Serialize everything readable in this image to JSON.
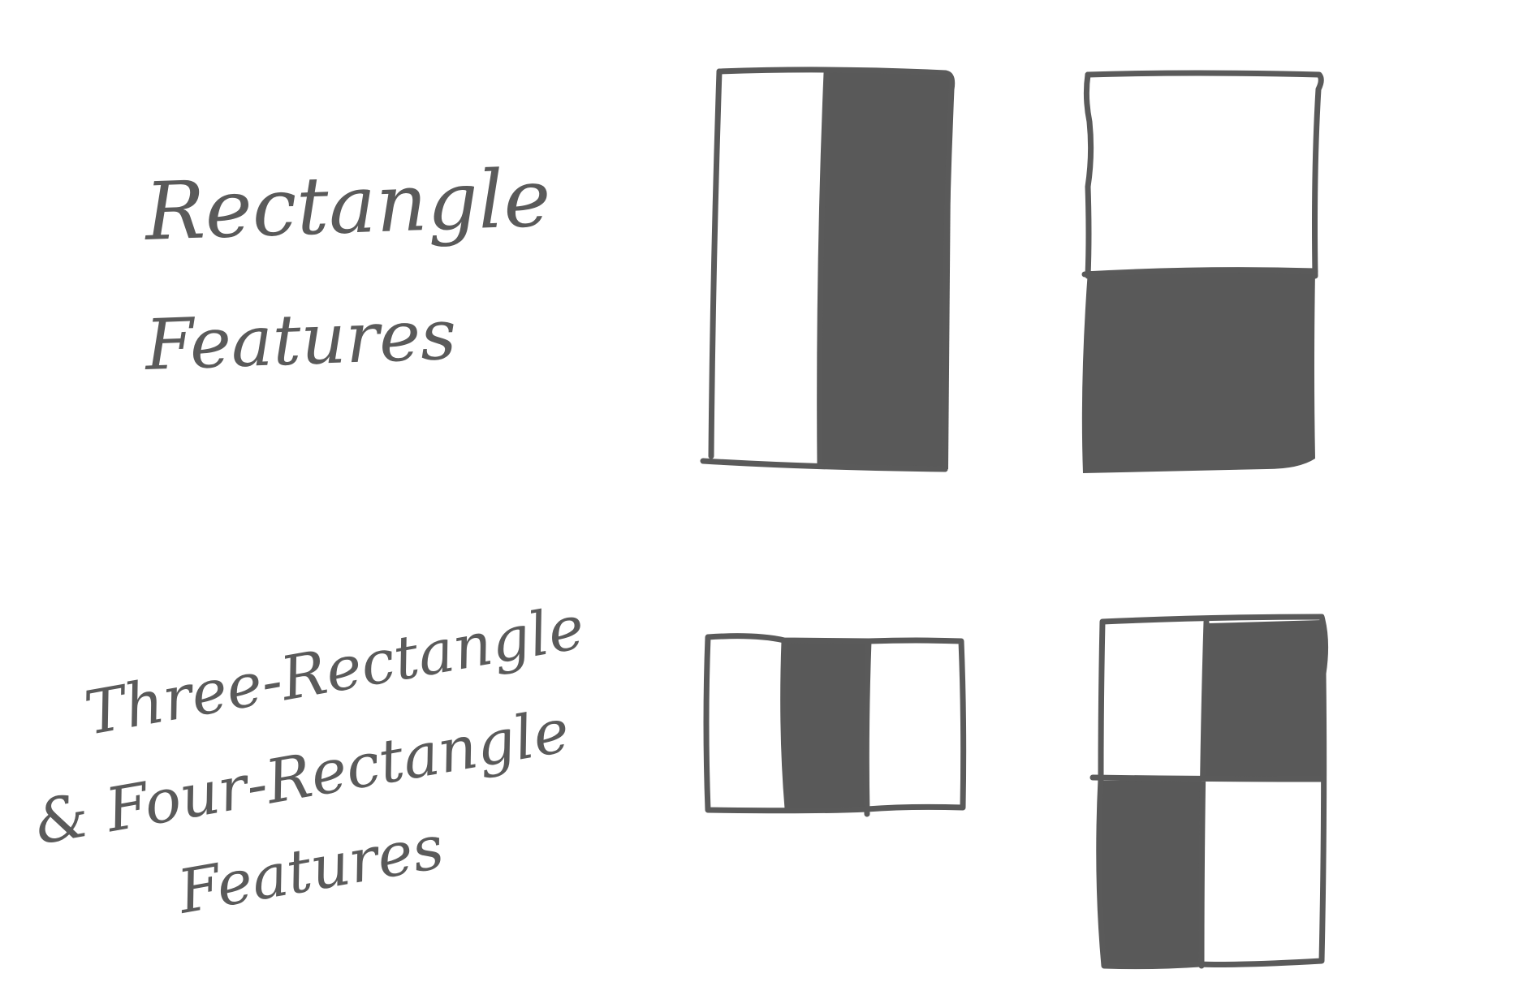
{
  "labels": {
    "two_rect_line1": "Rectangle",
    "two_rect_line2": "Features",
    "three_line1": "Three-Rectangle",
    "four_line2": "& Four-Rectangle",
    "four_line3": "Features"
  },
  "colors": {
    "background": "#ffffff",
    "stroke": "#5a5a5a",
    "fill_dark": "#595959",
    "fill_light": "#ffffff"
  }
}
